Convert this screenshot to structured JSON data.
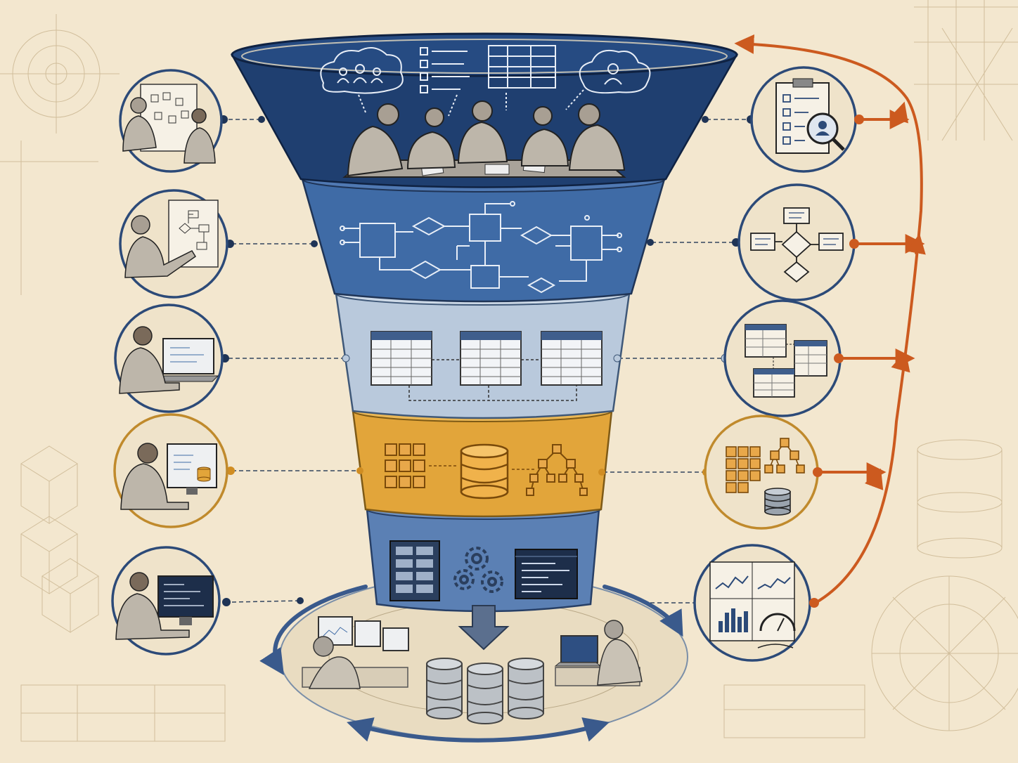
{
  "palette": {
    "paper": "#f3e7cf",
    "navy": "#1f3f70",
    "blue": "#3f6ba6",
    "light_blue": "#b9c9dc",
    "amber": "#e2a53a",
    "slate_blue": "#5b80b4",
    "orange": "#cc5a1f",
    "ink": "#3a3a3a"
  },
  "funnel_layers": [
    {
      "id": "requirements",
      "scene": "team-meeting",
      "icons": [
        "people-cloud-icon",
        "checklist-icon",
        "table-icon",
        "person-cloud-icon"
      ]
    },
    {
      "id": "conceptual-design",
      "scene": "entity-relationship-diagram",
      "icons": [
        "entity-box-icon",
        "relationship-diamond-icon"
      ]
    },
    {
      "id": "logical-design",
      "scene": "linked-tables",
      "icons": [
        "table-icon"
      ]
    },
    {
      "id": "physical-design",
      "scene": "storage-structures",
      "icons": [
        "grid-icon",
        "database-icon",
        "tree-icon"
      ]
    },
    {
      "id": "implementation",
      "scene": "server-and-code",
      "icons": [
        "server-rack-icon",
        "gears-icon",
        "code-window-icon"
      ]
    }
  ],
  "left_activities": [
    {
      "id": "sticky-note-workshop",
      "icon": "whiteboard-team-icon"
    },
    {
      "id": "diagram-sketching",
      "icon": "whiteboard-person-icon"
    },
    {
      "id": "table-modeling",
      "icon": "laptop-person-icon"
    },
    {
      "id": "database-tuning",
      "icon": "monitor-database-icon"
    },
    {
      "id": "coding",
      "icon": "monitor-code-icon"
    }
  ],
  "right_artifacts": [
    {
      "id": "requirements-review",
      "icon": "clipboard-magnifier-icon"
    },
    {
      "id": "flowchart",
      "icon": "flowchart-icon"
    },
    {
      "id": "table-schema",
      "icon": "tables-icon"
    },
    {
      "id": "index-and-storage",
      "icon": "grid-tree-database-icon"
    },
    {
      "id": "monitoring-dashboard",
      "icon": "dashboard-charts-icon"
    }
  ],
  "base_platform": {
    "scene": "operations-and-databases",
    "icons": [
      "workstation-icon",
      "database-cylinder-icon",
      "laptop-icon"
    ]
  },
  "feedback_loop": {
    "direction": "bottom-to-top",
    "color": "#cc5a1f"
  }
}
